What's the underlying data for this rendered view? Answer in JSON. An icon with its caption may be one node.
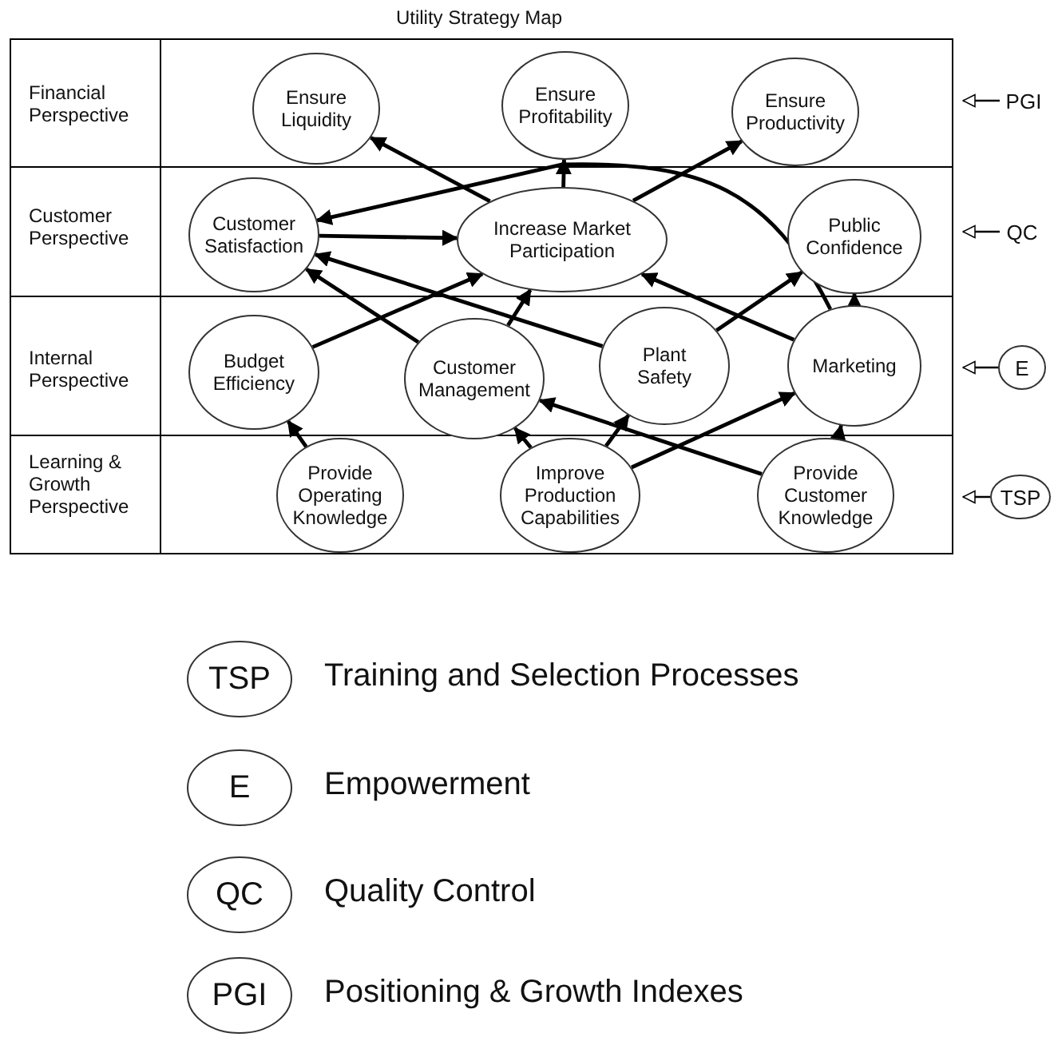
{
  "diagram": {
    "title": "Utility Strategy Map",
    "nodes": [
      {
        "text": [
          "Ensure Liquidity"
        ]
      },
      {
        "text": [
          "Ensure Profitability"
        ]
      },
      {
        "text": [
          "Ensure Productivity"
        ]
      },
      {
        "text": [
          "Customer Satisfaction"
        ]
      },
      {
        "text": [
          "Increase Market Participation"
        ]
      },
      {
        "text": [
          "Public Confidence"
        ]
      },
      {
        "text": [
          "Budget Efficiency"
        ]
      },
      {
        "text": [
          "Customer Management"
        ]
      },
      {
        "text": [
          "Plant Safety"
        ]
      },
      {
        "text": [
          "Marketing"
        ]
      },
      {
        "text": [
          "Provide Operating Knowledge"
        ]
      },
      {
        "text": [
          "Improve Production Capabilities"
        ]
      },
      {
        "text": [
          "Provide Customer Knowledge"
        ]
      },
      {
        "text": [
          "PGI"
        ]
      },
      {
        "text": [
          "QC"
        ]
      },
      {
        "text": [
          "E"
        ]
      },
      {
        "text": [
          "TSP"
        ]
      },
      {
        "text": [
          "TSP"
        ],
        "beside": [
          "Training and Selection Processes"
        ]
      },
      {
        "text": [
          "E"
        ],
        "beside": [
          "Empowerment"
        ]
      },
      {
        "text": [
          "QC"
        ],
        "beside": [
          "Quality Control"
        ]
      },
      {
        "text": [
          "PGI"
        ],
        "beside": [
          "Positioning & Growth Indexes"
        ]
      }
    ],
    "edges": [
      {
        "from": 4,
        "to": 0,
        "arrow": "to"
      },
      {
        "from": 4,
        "to": 1,
        "arrow": "to"
      },
      {
        "from": 4,
        "to": 2,
        "arrow": "to"
      },
      {
        "from": 9,
        "to": 3,
        "arrow": "to"
      },
      {
        "from": 3,
        "to": 4,
        "arrow": "to"
      },
      {
        "from": 6,
        "to": 4,
        "arrow": "to"
      },
      {
        "from": 7,
        "to": 3,
        "arrow": "to"
      },
      {
        "from": 8,
        "to": 3,
        "arrow": "to"
      },
      {
        "from": 7,
        "to": 4,
        "arrow": "to"
      },
      {
        "from": 9,
        "to": 4,
        "arrow": "to"
      },
      {
        "from": 8,
        "to": 5,
        "arrow": "to"
      },
      {
        "from": 9,
        "to": 5,
        "arrow": "to"
      },
      {
        "from": 10,
        "to": 6,
        "arrow": "to"
      },
      {
        "from": 11,
        "to": 7,
        "arrow": "to"
      },
      {
        "from": 11,
        "to": 8,
        "arrow": "to"
      },
      {
        "from": 11,
        "to": 9,
        "arrow": "to"
      },
      {
        "from": 12,
        "to": 7,
        "arrow": "to"
      },
      {
        "from": 12,
        "to": 9,
        "arrow": "to"
      },
      {
        "from": 13,
        "to": null,
        "arrow": "to"
      },
      {
        "from": 14,
        "to": null,
        "arrow": "to"
      },
      {
        "from": 15,
        "to": null,
        "arrow": "to"
      },
      {
        "from": 16,
        "to": null,
        "arrow": "to"
      }
    ],
    "labels": [
      "Financial Perspective",
      "Customer Perspective",
      "Internal Perspective",
      "Learning & Growth Perspective"
    ]
  }
}
